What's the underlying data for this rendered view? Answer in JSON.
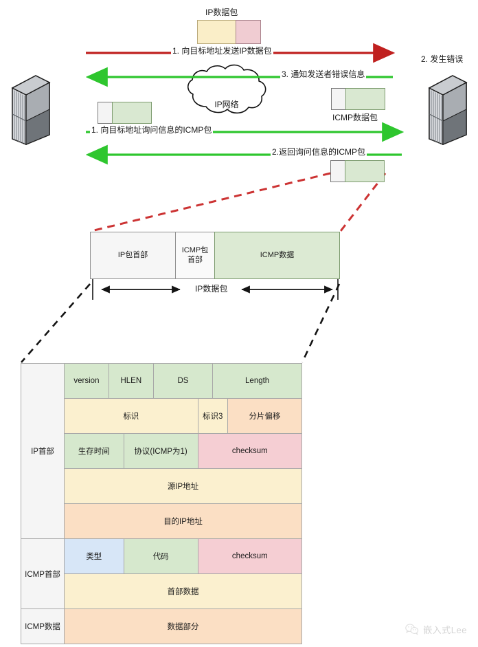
{
  "diagram": {
    "title_packet_ip": "IP数据包",
    "cloud_label": "IP网络",
    "icmp_packet_label": "ICMP数据包",
    "error_label": "2. 发生错误",
    "flows": [
      {
        "id": "flow-1-ip",
        "label": "1. 向目标地址发送IP数据包",
        "color": "#c0201f",
        "direction": "right"
      },
      {
        "id": "flow-3-error",
        "label": "3. 通知发送者错误信息",
        "color": "#2ec62e",
        "direction": "left"
      },
      {
        "id": "flow-1-icmp",
        "label": "1. 向目标地址询问信息的ICMP包",
        "color": "#2ec62e",
        "direction": "right"
      },
      {
        "id": "flow-2-icmp",
        "label": "2.返回询问信息的ICMP包",
        "color": "#2ec62e",
        "direction": "left"
      }
    ],
    "mid_strip": {
      "ip_header": "IP包首部",
      "icmp_header": "ICMP包\n首部",
      "icmp_header_line1": "ICMP包",
      "icmp_header_line2": "首部",
      "icmp_data": "ICMP数据",
      "span_label": "IP数据包"
    },
    "header_table": {
      "row_labels": {
        "ip": "IP首部",
        "icmp_header": "ICMP首部",
        "icmp_data": "ICMP数据"
      },
      "rows": [
        {
          "name": "ip-row-1",
          "cells": [
            {
              "text": "version",
              "color": "green",
              "span": 1
            },
            {
              "text": "HLEN",
              "color": "green",
              "span": 1
            },
            {
              "text": "DS",
              "color": "green",
              "span": 1
            },
            {
              "text": "Length",
              "color": "green",
              "span": 1
            }
          ]
        },
        {
          "name": "ip-row-2",
          "cells": [
            {
              "text": "标识",
              "color": "cream",
              "span": 1
            },
            {
              "text": "标识3",
              "color": "cream",
              "span": 1
            },
            {
              "text": "分片偏移",
              "color": "peach",
              "span": 1
            }
          ]
        },
        {
          "name": "ip-row-3",
          "cells": [
            {
              "text": "生存时间",
              "color": "green",
              "span": 1
            },
            {
              "text": "协议(ICMP为1)",
              "color": "green",
              "span": 1
            },
            {
              "text": "checksum",
              "color": "pink",
              "span": 1
            }
          ]
        },
        {
          "name": "ip-row-4",
          "cells": [
            {
              "text": "源IP地址",
              "color": "cream",
              "span": 1
            }
          ]
        },
        {
          "name": "ip-row-5",
          "cells": [
            {
              "text": "目的IP地址",
              "color": "peach",
              "span": 1
            }
          ]
        },
        {
          "name": "icmp-row-1",
          "cells": [
            {
              "text": "类型",
              "color": "blue",
              "span": 1
            },
            {
              "text": "代码",
              "color": "green",
              "span": 1
            },
            {
              "text": "checksum",
              "color": "pink",
              "span": 1
            }
          ]
        },
        {
          "name": "icmp-row-2",
          "cells": [
            {
              "text": "首部数据",
              "color": "cream",
              "span": 1
            }
          ]
        },
        {
          "name": "icmp-row-3",
          "cells": [
            {
              "text": "数据部分",
              "color": "peach",
              "span": 1
            }
          ]
        }
      ]
    },
    "watermark": {
      "text": "嵌入式Lee",
      "icon": "wechat-icon"
    },
    "colors": {
      "red_arrow": "#c0201f",
      "green_arrow": "#2ec62e",
      "dashed_red": "#cc3333",
      "dashed_black": "#1a1a1a",
      "packet_cream": "#faeec8",
      "packet_pink": "#f0ccd2",
      "packet_green": "#d9e8d1",
      "packet_white": "#f4f4f4"
    }
  }
}
